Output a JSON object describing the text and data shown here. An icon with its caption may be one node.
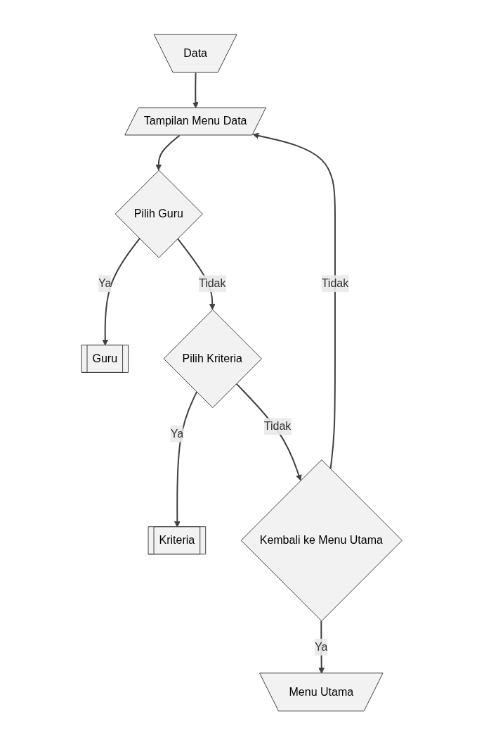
{
  "diagram": {
    "nodes": [
      {
        "text": [
          "Data"
        ]
      },
      {
        "text": [
          "Tampilan Menu Data"
        ]
      },
      {
        "text": [
          "Pilih Guru"
        ]
      },
      {
        "text": [
          "Guru"
        ]
      },
      {
        "text": [
          "Pilih Kriteria"
        ]
      },
      {
        "text": [
          "Kriteria"
        ]
      },
      {
        "text": [
          "Kembali ke Menu Utama"
        ]
      },
      {
        "text": [
          "Menu Utama"
        ]
      }
    ],
    "edges": [
      {
        "from": 0,
        "to": 1,
        "arrow": "to"
      },
      {
        "from": 1,
        "to": 2,
        "arrow": "to"
      },
      {
        "from": 2,
        "to": 3,
        "arrow": "to",
        "label": "Ya"
      },
      {
        "from": 2,
        "to": 4,
        "arrow": "to",
        "label": "Tidak"
      },
      {
        "from": 4,
        "to": 5,
        "arrow": "to",
        "label": "Ya"
      },
      {
        "from": 4,
        "to": 6,
        "arrow": "to",
        "label": "Tidak"
      },
      {
        "from": 6,
        "to": 1,
        "arrow": "to",
        "label": "Tidak"
      },
      {
        "from": 6,
        "to": 7,
        "arrow": "to",
        "label": "Ya"
      }
    ]
  }
}
